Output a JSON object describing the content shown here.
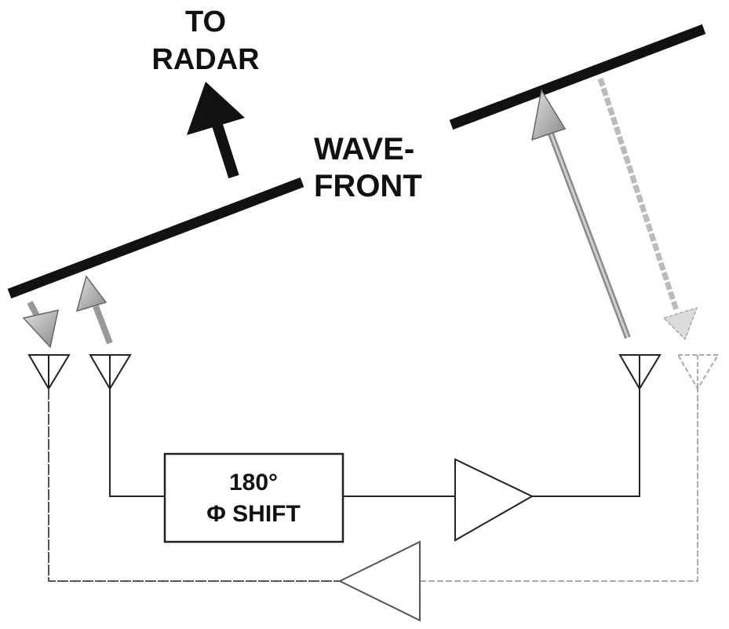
{
  "labels": {
    "to": "TO",
    "radar": "RADAR",
    "wave": "WAVE-",
    "front": "FRONT",
    "shift_degrees": "180°",
    "shift_label": "Φ SHIFT"
  },
  "colors": {
    "ink": "#111111",
    "arrow_gray": "#9a9a9a",
    "dashed_gray": "#b8b8b8"
  }
}
